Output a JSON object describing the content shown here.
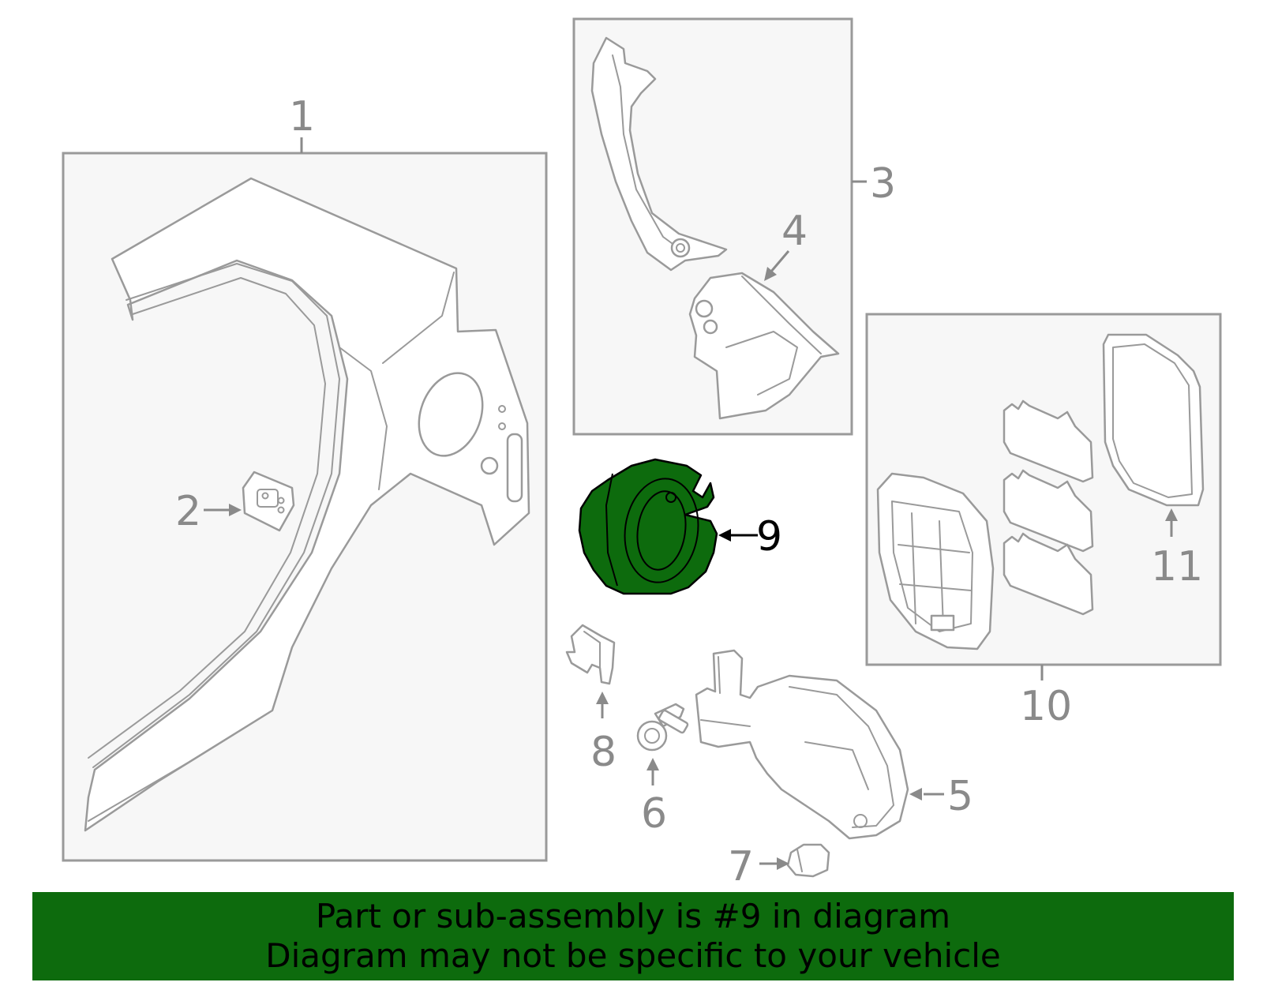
{
  "callouts": {
    "c1": "1",
    "c2": "2",
    "c3": "3",
    "c4": "4",
    "c5": "5",
    "c6": "6",
    "c7": "7",
    "c8": "8",
    "c9": "9",
    "c10": "10",
    "c11": "11"
  },
  "highlighted_part": "9",
  "colors": {
    "highlight": "#0d6b0d",
    "line": "#9a9a9a",
    "label": "#8a8a8a"
  },
  "banner": {
    "line1": "Part or sub-assembly is #9 in diagram",
    "line2": "Diagram may not be specific to your vehicle"
  }
}
